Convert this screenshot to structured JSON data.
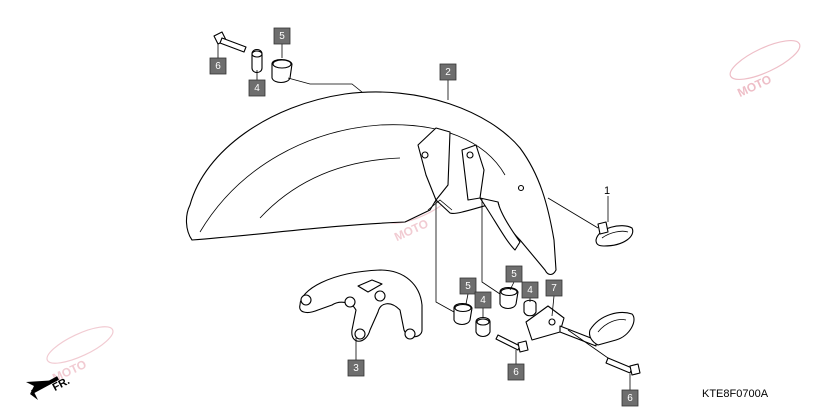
{
  "diagram_code": "KTE8F0700A",
  "direction_label": "FR.",
  "callouts": {
    "fender": "2",
    "bracket": "3",
    "collar_top": "4",
    "grommet_top": "5",
    "bolt_top": "6",
    "grommet_left": "5",
    "collar_left": "4",
    "grommet_right": "5",
    "collar_right": "4",
    "hose_guide": "7",
    "bolt_center": "6",
    "bolt_right": "6",
    "clip": "1"
  },
  "colors": {
    "callout_box": "#6e6e6e",
    "line": "#000000",
    "watermark": "#e9a9b5"
  },
  "icons": [
    "front-direction-arrow-icon",
    "watermark-logo-icon"
  ]
}
